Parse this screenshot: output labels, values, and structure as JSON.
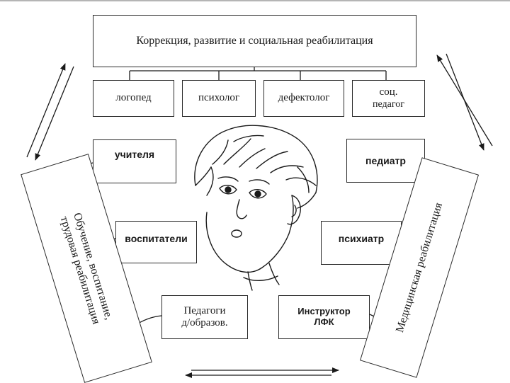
{
  "header": {
    "title": "Коррекция,  развитие и социальная реабилитация"
  },
  "specialists": {
    "speech": "логопед",
    "psych": "психолог",
    "defect": "дефектолог",
    "social_line1": "соц.",
    "social_line2": "педагог"
  },
  "left_column": {
    "teachers": "учителя",
    "educators": "воспитатели",
    "ped_line1": "Педагоги",
    "ped_line2": "д/образов."
  },
  "right_column": {
    "pediatrician": "педиатр",
    "psychiatrist": "психиатр",
    "lfk_line1": "Инструктор",
    "lfk_line2": "ЛФК"
  },
  "side_panels": {
    "left_line1": "Обучение,  воспитание,",
    "left_line2": "трудовая  реабилитация",
    "right": "Медицинская реабилитация"
  }
}
